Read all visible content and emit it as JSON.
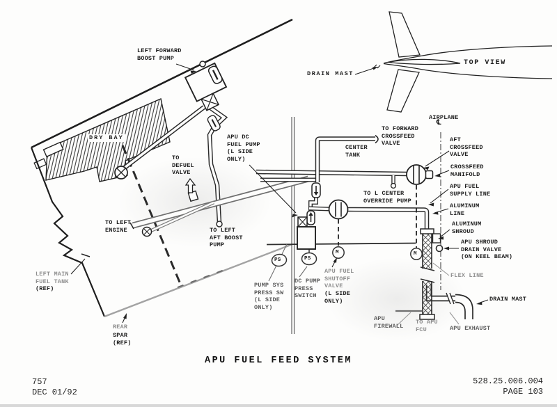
{
  "page": {
    "title": "APU FUEL FEED SYSTEM",
    "footer_left": "757\nDEC 01/92",
    "footer_right": "528.25.006.004\nPAGE 103"
  },
  "colors": {
    "ink": "#1c1c1c",
    "faded": "#8e8e8e",
    "line": "#222222",
    "spar": "#a3a3a3"
  },
  "labels": {
    "left_forward_boost_pump": "LEFT FORWARD\nBOOST PUMP",
    "drain_mast_top": "DRAIN MAST",
    "top_view": "TOP VIEW",
    "airplane": "AIRPLANE",
    "centerline_symbol": "℄",
    "dry_bay": "DRY BAY",
    "apu_dc_fuel_pump": "APU DC\nFUEL PUMP\n(L SIDE\nONLY)",
    "to_defuel_valve": "TO\nDEFUEL\nVALVE",
    "to_forward_crossfeed_valve": "TO FORWARD\nCROSSFEED\nVALVE",
    "center_tank": "CENTER\nTANK",
    "aft_crossfeed_valve": "AFT\nCROSSFEED\nVALVE",
    "crossfeed_manifold": "CROSSFEED\nMANIFOLD",
    "to_l_center_override_pump": "TO L CENTER\nOVERRIDE PUMP",
    "apu_fuel_supply_line": "APU FUEL\nSUPPLY LINE",
    "aluminum_line": "ALUMINUM\nLINE",
    "aluminum_shroud": "ALUMINUM\nSHROUD",
    "apu_shroud_drain_valve": "APU SHROUD\nDRAIN VALVE\n(ON KEEL BEAM)",
    "flex_line": "FLEX LINE",
    "drain_mast_bottom": "DRAIN MAST",
    "apu_exhaust": "APU EXHAUST",
    "apu_firewall": "APU\nFIREWALL",
    "to_apu_fcu": "TO APU\nFCU",
    "to_left_engine": "TO LEFT\nENGINE",
    "to_left_aft_boost_pump": "TO LEFT\nAFT BOOST\nPUMP",
    "left_main_fuel_tank": "LEFT MAIN\nFUEL TANK",
    "left_main_fuel_tank_ref": "(REF)",
    "rear_spar_1": "REAR",
    "rear_spar_2": "SPAR\n(REF)",
    "pump_sys_press_sw": "PUMP SYS\nPRESS SW\n(L SIDE\nONLY)",
    "dc_pump_press_switch": "DC PUMP\nPRESS\nSWITCH",
    "apu_fuel_shutoff_valve": "APU FUEL\nSHUTOFF\nVALVE",
    "apu_fuel_shutoff_valve_side": "(L SIDE\nONLY)"
  },
  "instruments": {
    "ps1": "PS",
    "ps2": "PS",
    "m1": "M",
    "m2": "M"
  }
}
